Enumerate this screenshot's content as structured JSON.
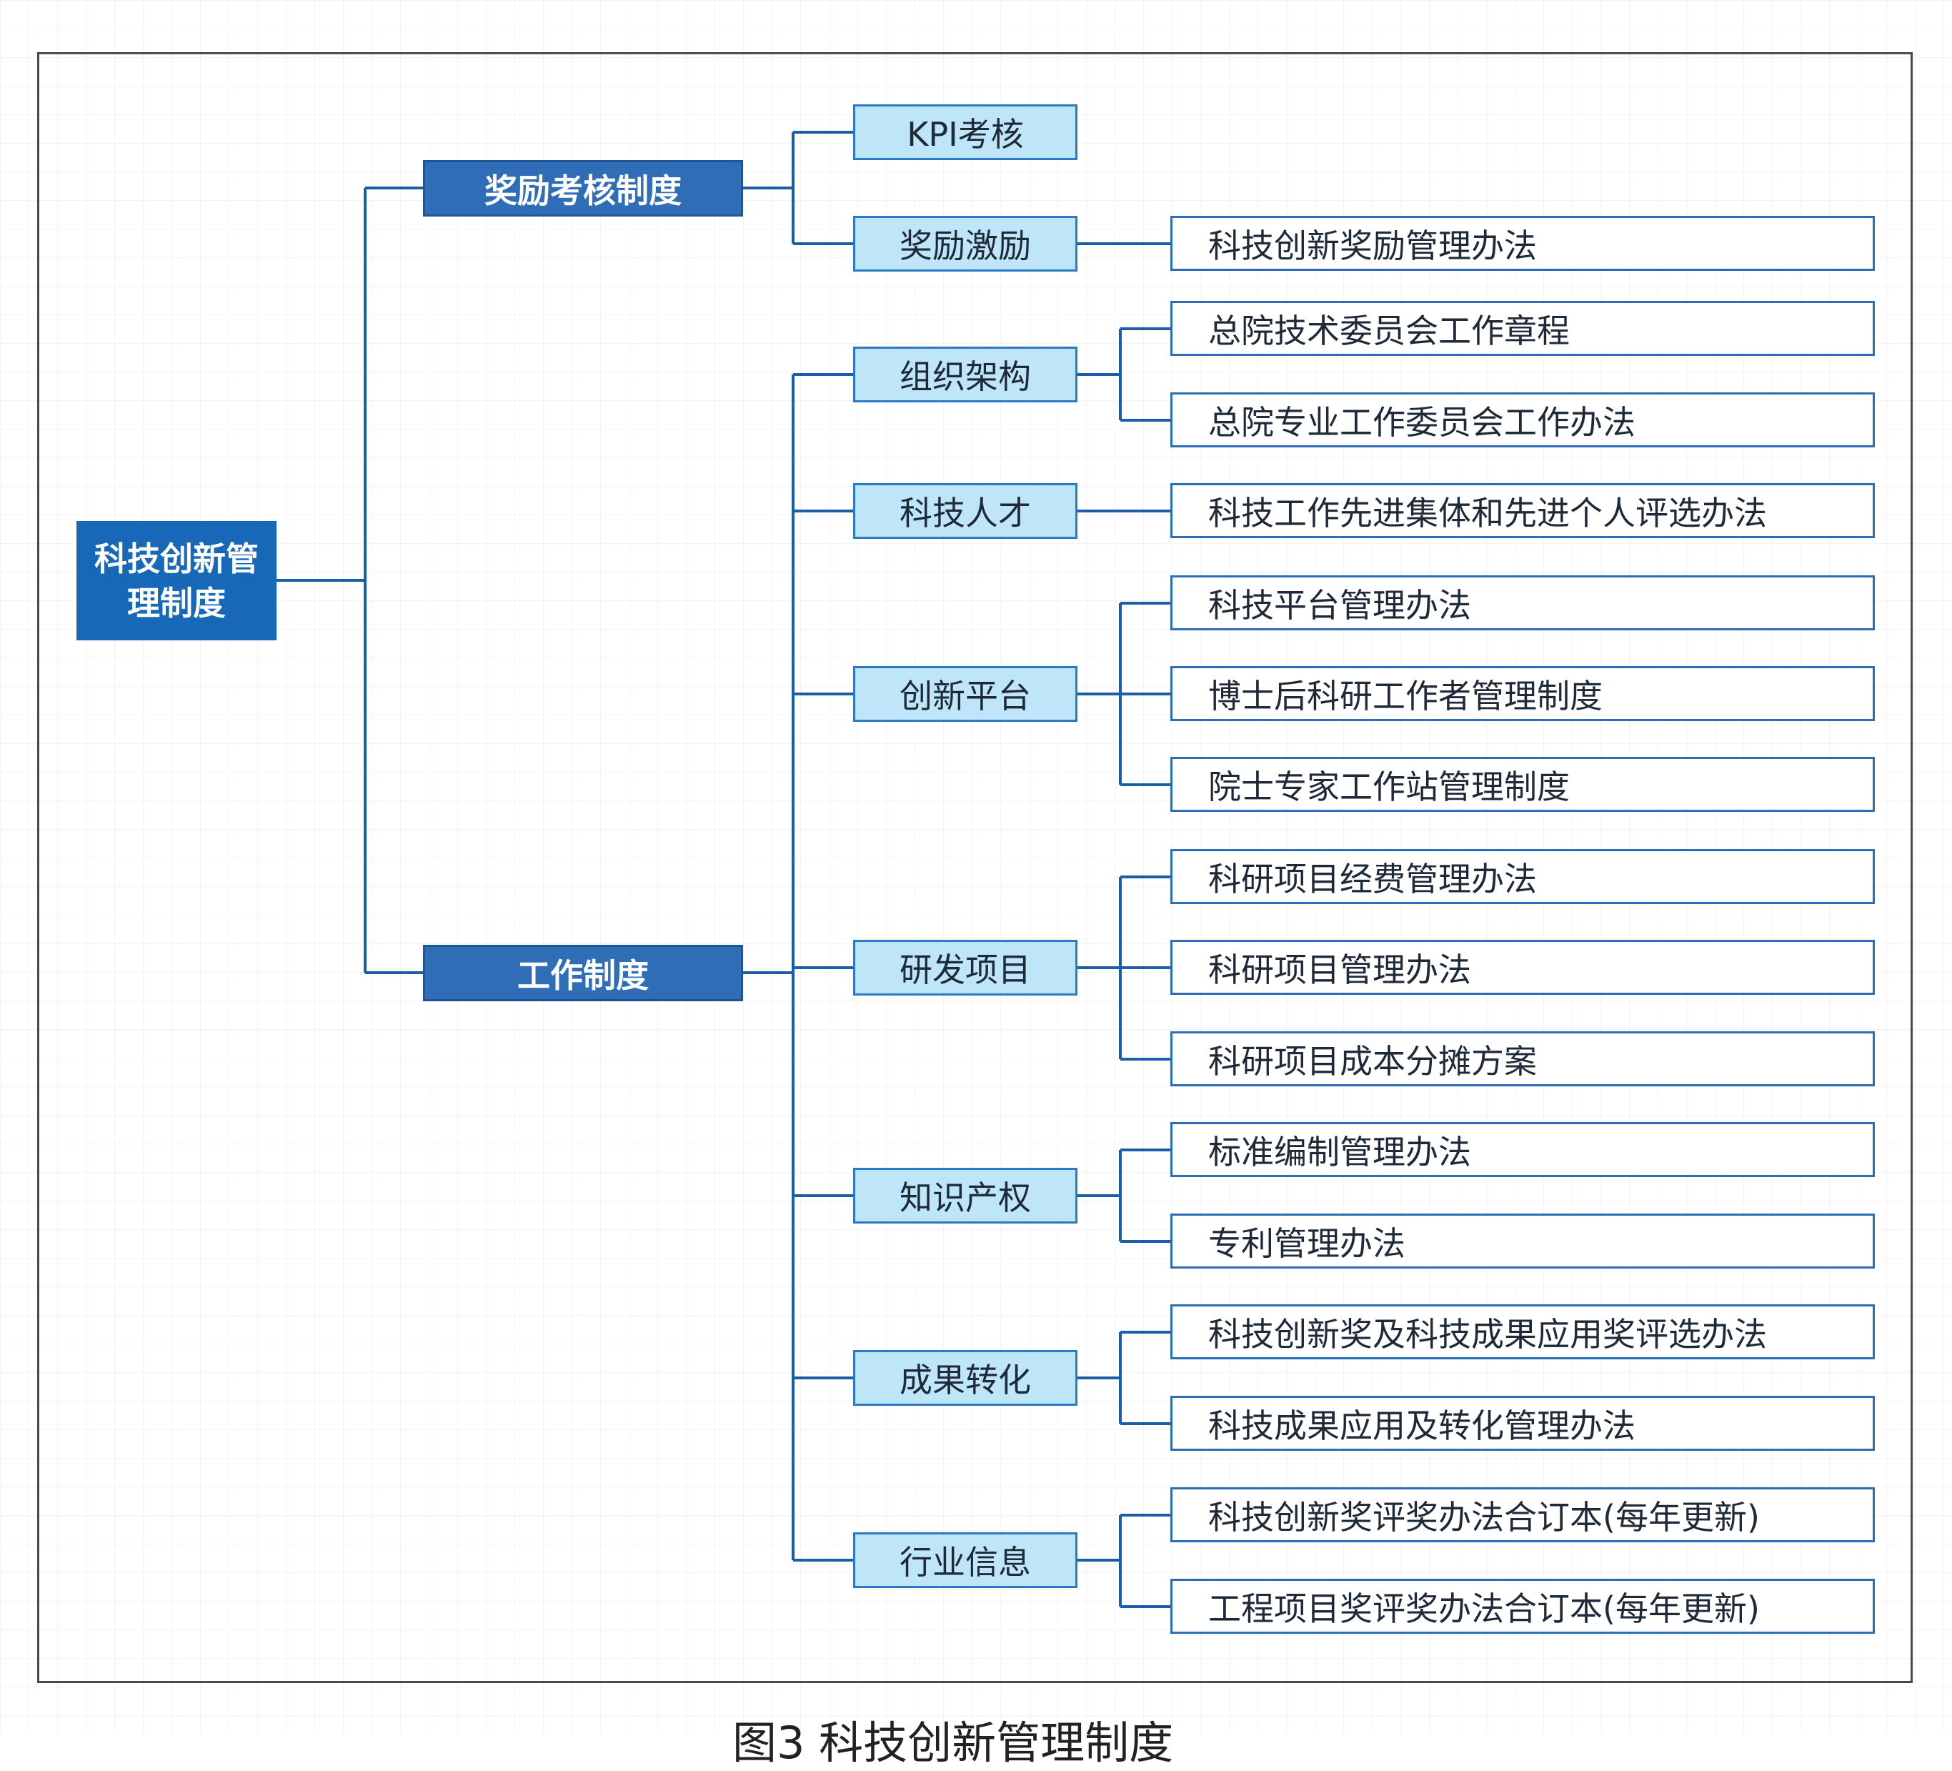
{
  "root": {
    "label": "科技创新管理制度"
  },
  "categories": [
    {
      "label": "奖励考核制度",
      "items": [
        {
          "label": "KPI考核",
          "docs": []
        },
        {
          "label": "奖励激励",
          "docs": [
            "科技创新奖励管理办法"
          ]
        }
      ]
    },
    {
      "label": "工作制度",
      "items": [
        {
          "label": "组织架构",
          "docs": [
            "总院技术委员会工作章程",
            "总院专业工作委员会工作办法"
          ]
        },
        {
          "label": "科技人才",
          "docs": [
            "科技工作先进集体和先进个人评选办法"
          ]
        },
        {
          "label": "创新平台",
          "docs": [
            "科技平台管理办法",
            "博士后科研工作者管理制度",
            "院士专家工作站管理制度"
          ]
        },
        {
          "label": "研发项目",
          "docs": [
            "科研项目经费管理办法",
            "科研项目管理办法",
            "科研项目成本分摊方案"
          ]
        },
        {
          "label": "知识产权",
          "docs": [
            "标准编制管理办法",
            "专利管理办法"
          ]
        },
        {
          "label": "成果转化",
          "docs": [
            "科技创新奖及科技成果应用奖评选办法",
            "科技成果应用及转化管理办法"
          ]
        },
        {
          "label": "行业信息",
          "docs": [
            "科技创新奖评奖办法合订本(每年更新)",
            "工程项目奖评奖办法合订本(每年更新)"
          ]
        }
      ]
    }
  ],
  "caption": "图3  科技创新管理制度",
  "colors": {
    "root_fill": "#1768b6",
    "category_fill": "#2f6db7",
    "item_fill": "#bfe6f8",
    "doc_border": "#2a6fb6",
    "connector": "#1a5ea8"
  }
}
